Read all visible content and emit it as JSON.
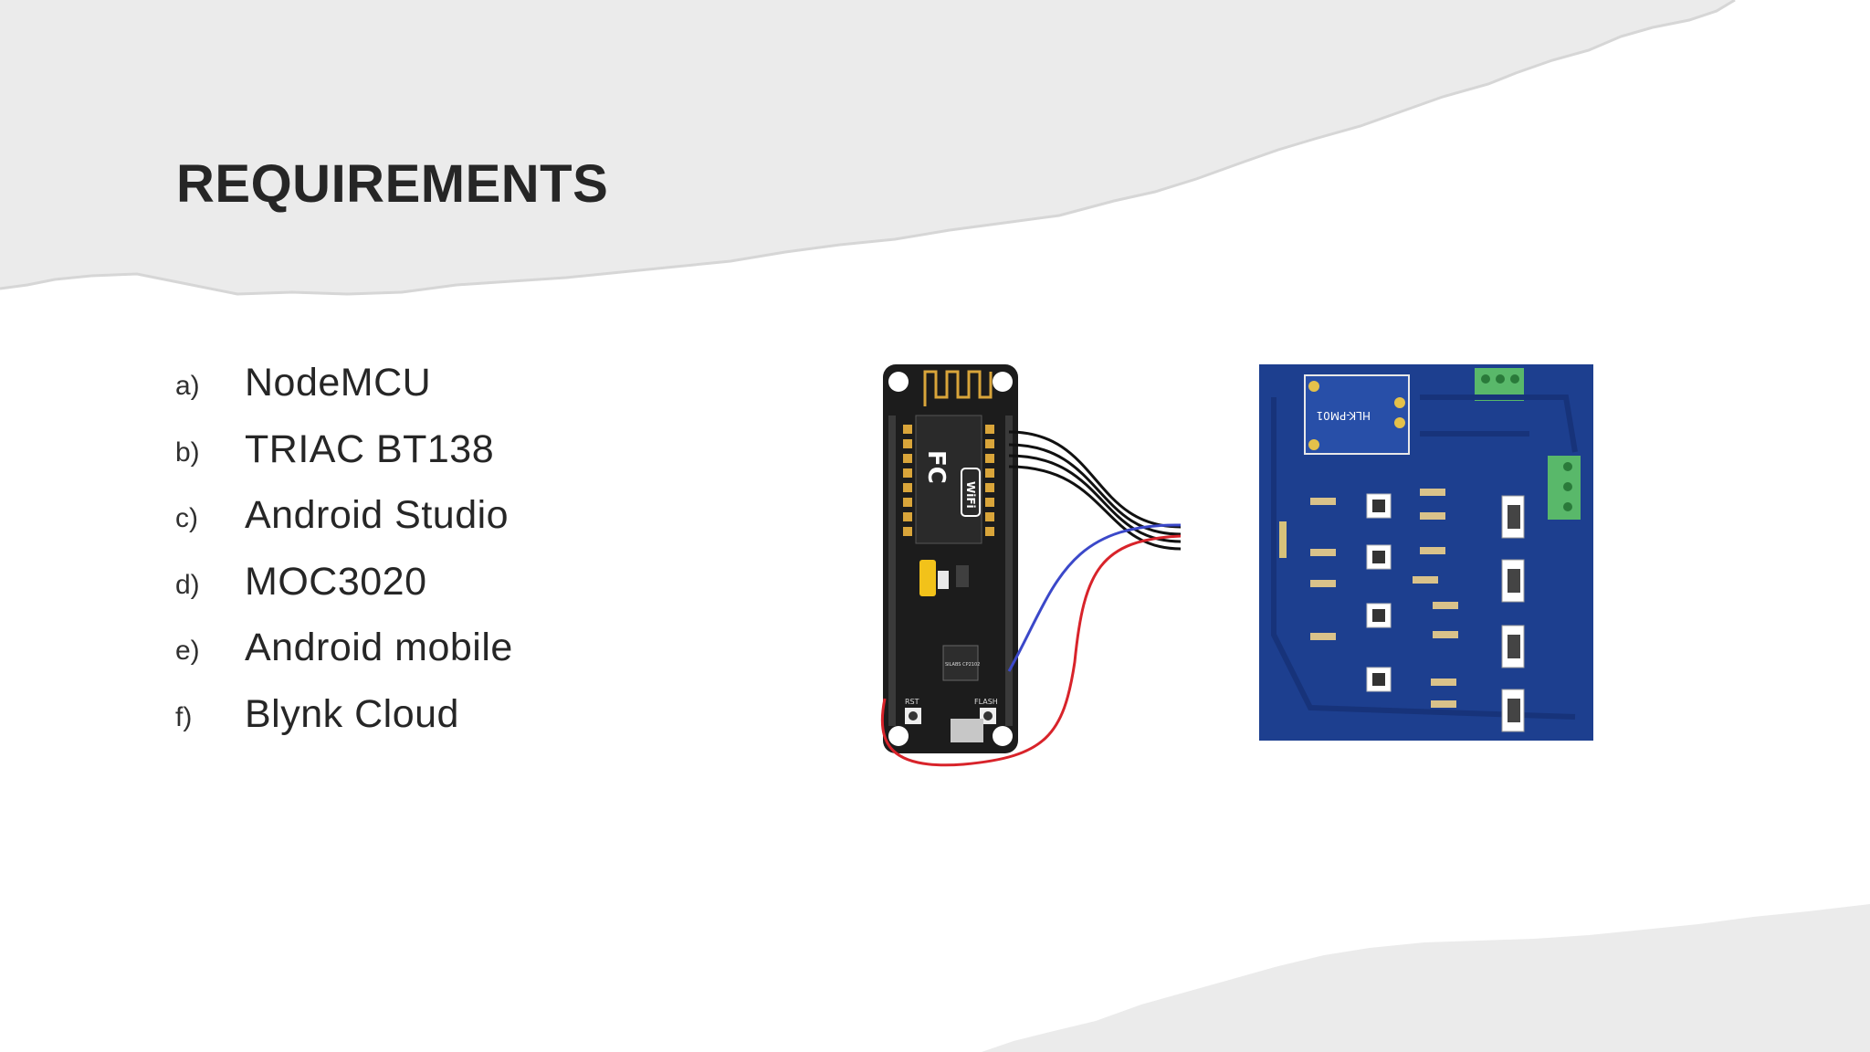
{
  "slide": {
    "title": "REQUIREMENTS",
    "items": [
      {
        "marker": "a)",
        "label": "NodeMCU"
      },
      {
        "marker": "b)",
        "label": "TRIAC BT138"
      },
      {
        "marker": "c)",
        "label": "Android Studio"
      },
      {
        "marker": "d)",
        "label": "MOC3020"
      },
      {
        "marker": "e)",
        "label": "Android mobile"
      },
      {
        "marker": "f)",
        "label": "Blynk Cloud"
      }
    ]
  },
  "diagram": {
    "nodemcu_logo": "FC",
    "wifi_badge": "WiFi",
    "chip_label": "SILABS CP2102",
    "rst_label": "RST",
    "flash_label": "FLASH",
    "power_module_label": "HLK-PM01"
  },
  "colors": {
    "title": "#262626",
    "torn_paper": "#ebebeb",
    "board_black": "#1c1c1c",
    "pcb_blue": "#1d3f8f",
    "wire_black": "#111111",
    "wire_red": "#d8232a",
    "wire_blue": "#3b48c9"
  }
}
